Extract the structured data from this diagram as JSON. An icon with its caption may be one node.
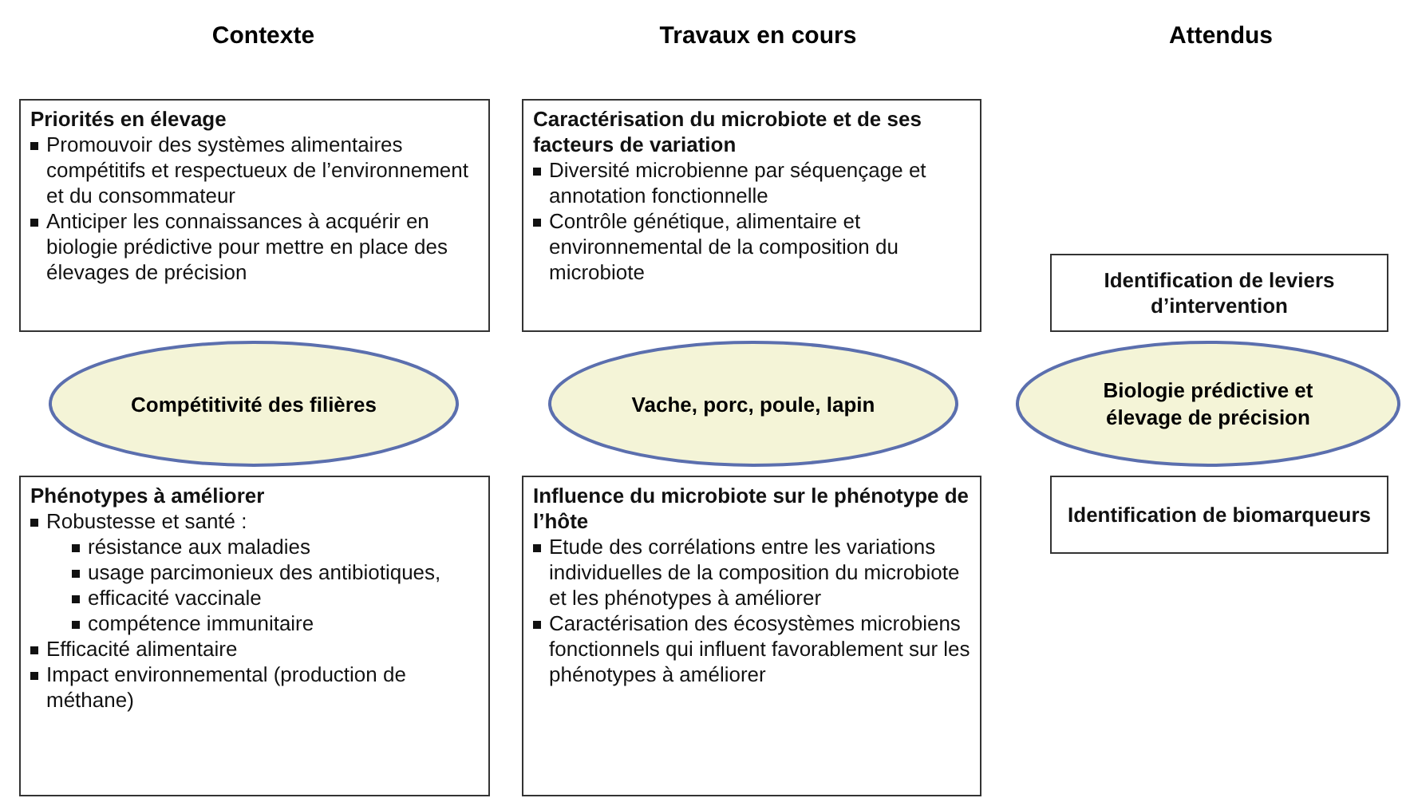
{
  "diagram": {
    "nodes": [
      {
        "text": [
          "Priorités en élevage",
          "Promouvoir des systèmes alimentaires compétitifs et respectueux de l’environnement et du consommateur",
          "Anticiper les connaissances à acquérir en biologie prédictive pour mettre en place des élevages de précision"
        ]
      },
      {
        "text": [
          "Caractérisation du microbiote et de ses facteurs de variation",
          "Diversité microbienne par séquençage et annotation fonctionnelle",
          "Contrôle génétique, alimentaire et environnemental de la composition du microbiote"
        ]
      },
      {
        "text": [
          "Identification de leviers d’intervention"
        ]
      },
      {
        "text": [
          "Compétitivité des filières"
        ]
      },
      {
        "text": [
          "Vache, porc, poule, lapin"
        ]
      },
      {
        "text": [
          "Biologie prédictive et élevage de précision"
        ]
      },
      {
        "text": [
          "Phénotypes à améliorer",
          "Robustesse et santé :",
          "résistance aux maladies",
          "usage parcimonieux des antibiotiques,",
          "efficacité vaccinale",
          "compétence immunitaire",
          "Efficacité alimentaire",
          "Impact environnemental (production de méthane)"
        ]
      },
      {
        "text": [
          "Influence du microbiote sur le phénotype de l’hôte",
          "Etude des corrélations entre les variations individuelles de la composition du microbiote et les phénotypes à améliorer",
          "Caractérisation des écosystèmes microbiens fonctionnels qui influent favorablement sur les phénotypes à améliorer"
        ]
      },
      {
        "text": [
          "Identification de biomarqueurs"
        ]
      }
    ],
    "labels": [
      "Contexte",
      "Travaux en cours",
      "Attendus"
    ]
  }
}
